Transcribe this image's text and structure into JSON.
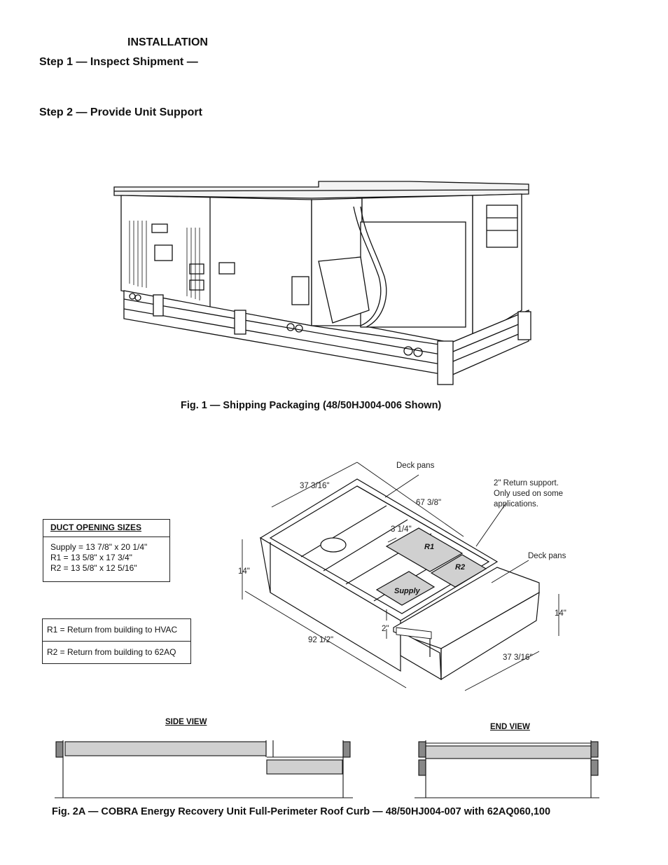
{
  "headings": {
    "installation": "INSTALLATION",
    "step1": "Step 1 — Inspect Shipment —",
    "step2": "Step 2 — Provide Unit Support"
  },
  "fig1": {
    "caption": "Fig. 1 — Shipping Packaging (48/50HJ004-006 Shown)"
  },
  "fig2a": {
    "caption": "Fig. 2A — COBRA Energy Recovery Unit Full-Perimeter Roof Curb — 48/50HJ004-007 with 62AQ060,100",
    "duct_table": {
      "title": "DUCT OPENING SIZES",
      "rows": [
        "Supply = 13 7/8\" x 20 1/4\"",
        "R1 = 13 5/8\" x 17 3/4\"",
        "R2 = 13 5/8\" x 12 5/16\""
      ]
    },
    "legend": [
      "R1 = Return from building to HVAC",
      "R2 = Return from building to 62AQ"
    ],
    "callouts": {
      "deck_pans_top": "Deck pans",
      "deck_pans_right": "Deck pans",
      "return_support": [
        "2\" Return support.",
        "Only used on some",
        "applications."
      ]
    },
    "dimensions": {
      "width_top": "37 3/16\"",
      "length_top": "67 3/8\"",
      "gap": "3 1/4\"",
      "height_left": "14\"",
      "height_right": "14\"",
      "length_overall": "92 1/2\"",
      "step": "2\"",
      "width_end": "37 3/16\""
    },
    "openings": {
      "r1": "R1",
      "r2": "R2",
      "supply": "Supply"
    },
    "views": {
      "side": "SIDE VIEW",
      "end": "END VIEW"
    }
  }
}
